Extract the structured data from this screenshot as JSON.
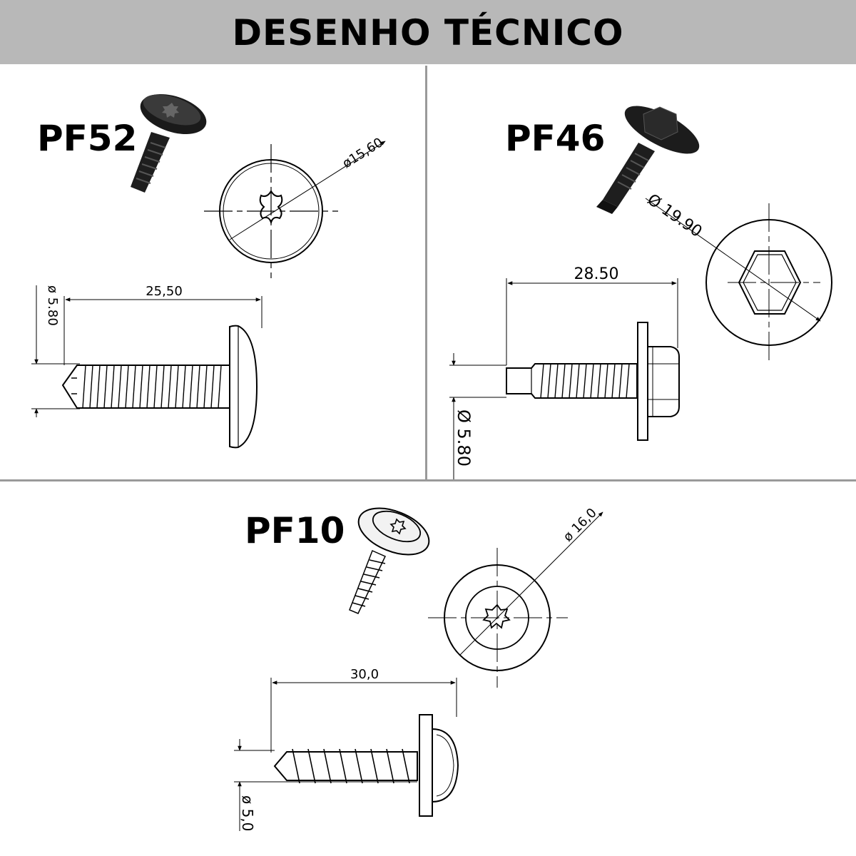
{
  "header": {
    "title": "DESENHO TÉCNICO"
  },
  "parts": {
    "pf52": {
      "label": "PF52",
      "head_diameter": "ø15,60",
      "length": "25,50",
      "shank_diameter": "ø 5.80"
    },
    "pf46": {
      "label": "PF46",
      "head_diameter": "Ø 19.90",
      "length": "28.50",
      "shank_diameter": "Ø 5.80"
    },
    "pf10": {
      "label": "PF10",
      "head_diameter": "ø 16,0",
      "length": "30,0",
      "shank_diameter": "ø 5,0"
    }
  },
  "colors": {
    "banner": "#b8b8b8",
    "divider": "#9a9a9a",
    "ink": "#000000"
  },
  "icons": [
    "torx-recess-icon",
    "hex-head-icon",
    "screw-pictogram"
  ]
}
